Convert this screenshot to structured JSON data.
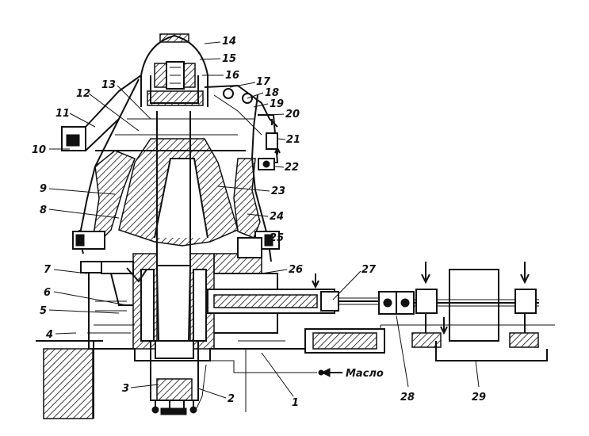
{
  "labels": {
    "n1": "1",
    "n2": "2",
    "n3": "3",
    "n4": "4",
    "n5": "5",
    "n6": "6",
    "n7": "7",
    "n8": "8",
    "n9": "9",
    "n10": "10",
    "n11": "11",
    "n12": "12",
    "n13": "13",
    "n14": "14",
    "n15": "15",
    "n16": "16",
    "n17": "17",
    "n18": "18",
    "n19": "19",
    "n20": "20",
    "n21": "21",
    "n22": "22",
    "n23": "23",
    "n24": "24",
    "n25": "25",
    "n26": "26",
    "n27": "27",
    "n28": "28",
    "n29": "29",
    "oil": "Масло"
  }
}
